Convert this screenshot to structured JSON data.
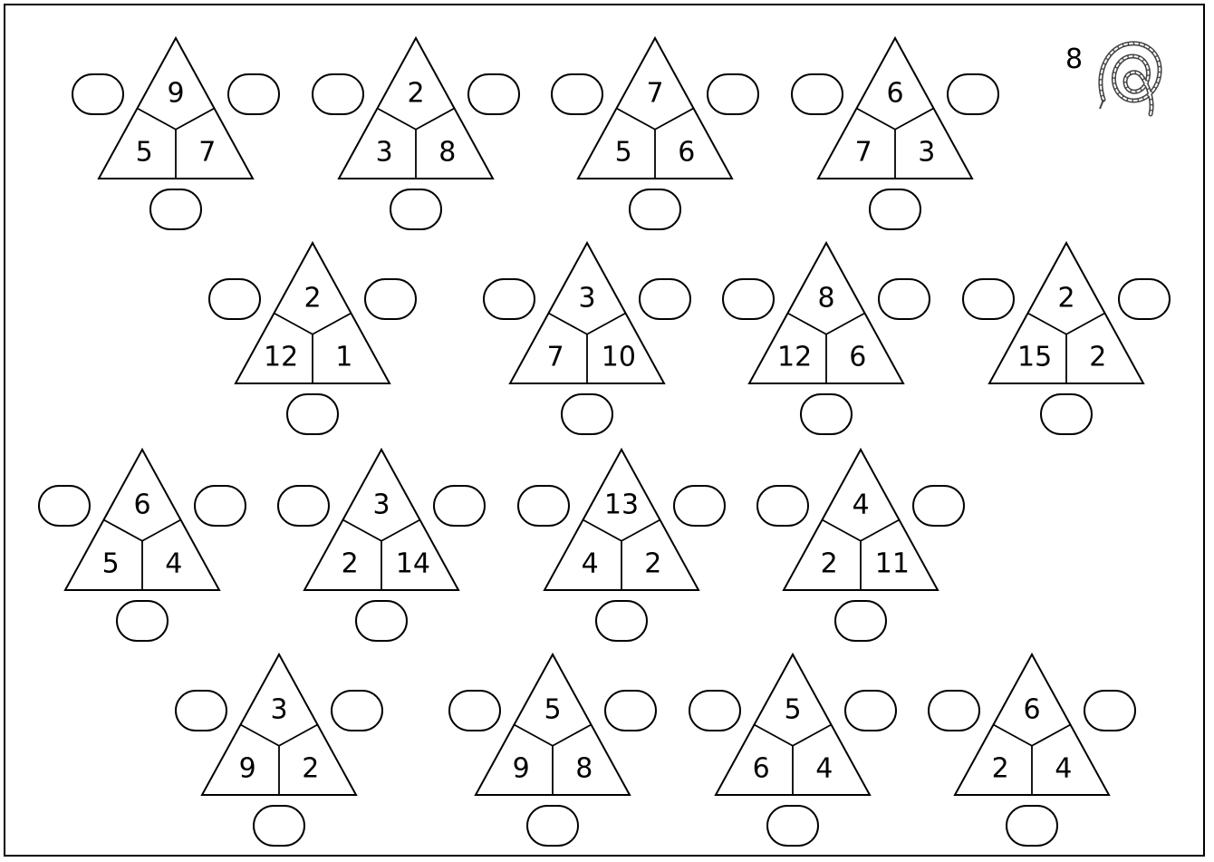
{
  "page": {
    "number": "8",
    "rope_icon": "rope-icon"
  },
  "worksheet": {
    "rows": [
      {
        "triangles": [
          {
            "top": "9",
            "left": "5",
            "right": "7"
          },
          {
            "top": "2",
            "left": "3",
            "right": "8"
          },
          {
            "top": "7",
            "left": "5",
            "right": "6"
          },
          {
            "top": "6",
            "left": "7",
            "right": "3"
          }
        ]
      },
      {
        "triangles": [
          {
            "top": "2",
            "left": "12",
            "right": "1"
          },
          {
            "top": "3",
            "left": "7",
            "right": "10"
          },
          {
            "top": "8",
            "left": "12",
            "right": "6"
          },
          {
            "top": "2",
            "left": "15",
            "right": "2"
          }
        ]
      },
      {
        "triangles": [
          {
            "top": "6",
            "left": "5",
            "right": "4"
          },
          {
            "top": "3",
            "left": "2",
            "right": "14"
          },
          {
            "top": "13",
            "left": "4",
            "right": "2"
          },
          {
            "top": "4",
            "left": "2",
            "right": "11"
          }
        ]
      },
      {
        "triangles": [
          {
            "top": "3",
            "left": "9",
            "right": "2"
          },
          {
            "top": "5",
            "left": "9",
            "right": "8"
          },
          {
            "top": "5",
            "left": "6",
            "right": "4"
          },
          {
            "top": "6",
            "left": "2",
            "right": "4"
          }
        ]
      }
    ],
    "answer_boxes": {
      "left": "",
      "right": "",
      "bottom": ""
    }
  }
}
